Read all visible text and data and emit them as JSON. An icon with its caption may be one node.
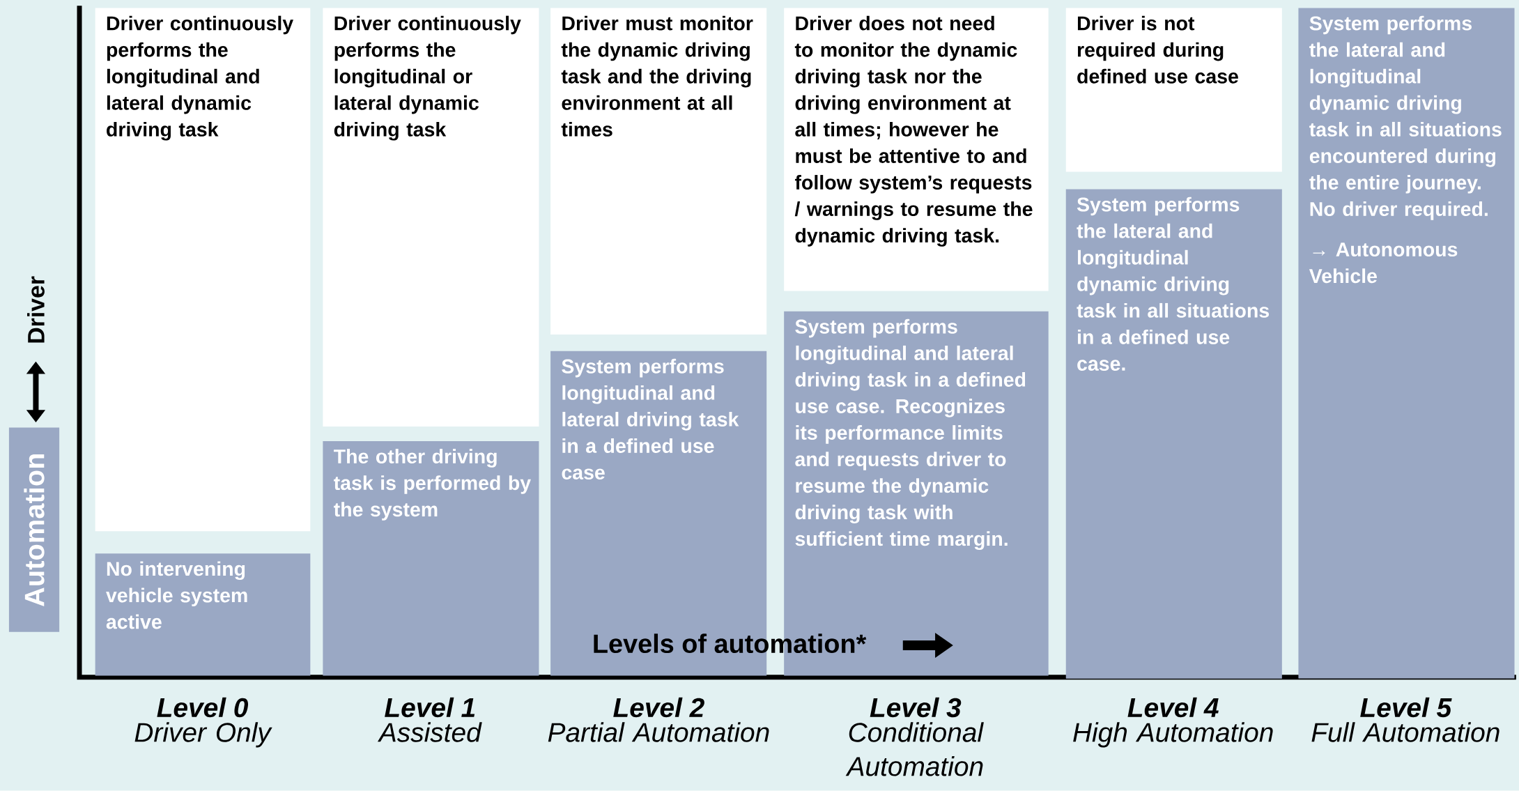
{
  "diagram": {
    "nodes": [
      {
        "text": [
          "Automation"
        ]
      },
      {
        "text": [
          "Driver continuously performs the longitudinal and lateral dynamic driving task"
        ]
      },
      {
        "text": [
          "No intervening vehicle system active"
        ]
      },
      {
        "text": [
          "Driver continuously performs the longitudinal or lateral dynamic driving task"
        ]
      },
      {
        "text": [
          "The other driving task is performed by the system"
        ]
      },
      {
        "text": [
          "Driver must monitor the dynamic driving task and the driving environment at all times"
        ]
      },
      {
        "text": [
          "System performs longitudinal and lateral driving task in a defined use case"
        ]
      },
      {
        "text": [
          "Driver does not need to monitor the dynamic driving task nor the driving environment at all times; however he must be attentive to and follow system’s requests / warnings to resume the dynamic driving task."
        ]
      },
      {
        "text": [
          "System performs longitudinal and lateral driving task in a defined use case. Recognizes its performance limits and requests driver to resume the dynamic driving task with sufficient time margin."
        ]
      },
      {
        "text": [
          "Driver is not required during defined use case"
        ]
      },
      {
        "text": [
          "System performs the lateral and longitudinal dynamic driving task in all situations in a defined use case."
        ]
      },
      {
        "text": [
          "System performs the lateral and longitudinal dynamic driving task in all situations encountered during the entire journey. No driver required.",
          "→ Autonomous Vehicle"
        ]
      }
    ],
    "labels": [
      "Driver",
      "Levels of automation*",
      "Level 0",
      "Driver Only",
      "Level 1",
      "Assisted",
      "Level 2",
      "Partial Automation",
      "Level 3",
      "Conditional Automation",
      "Level 4",
      "High Automation",
      "Level 5",
      "Full Automation"
    ]
  }
}
